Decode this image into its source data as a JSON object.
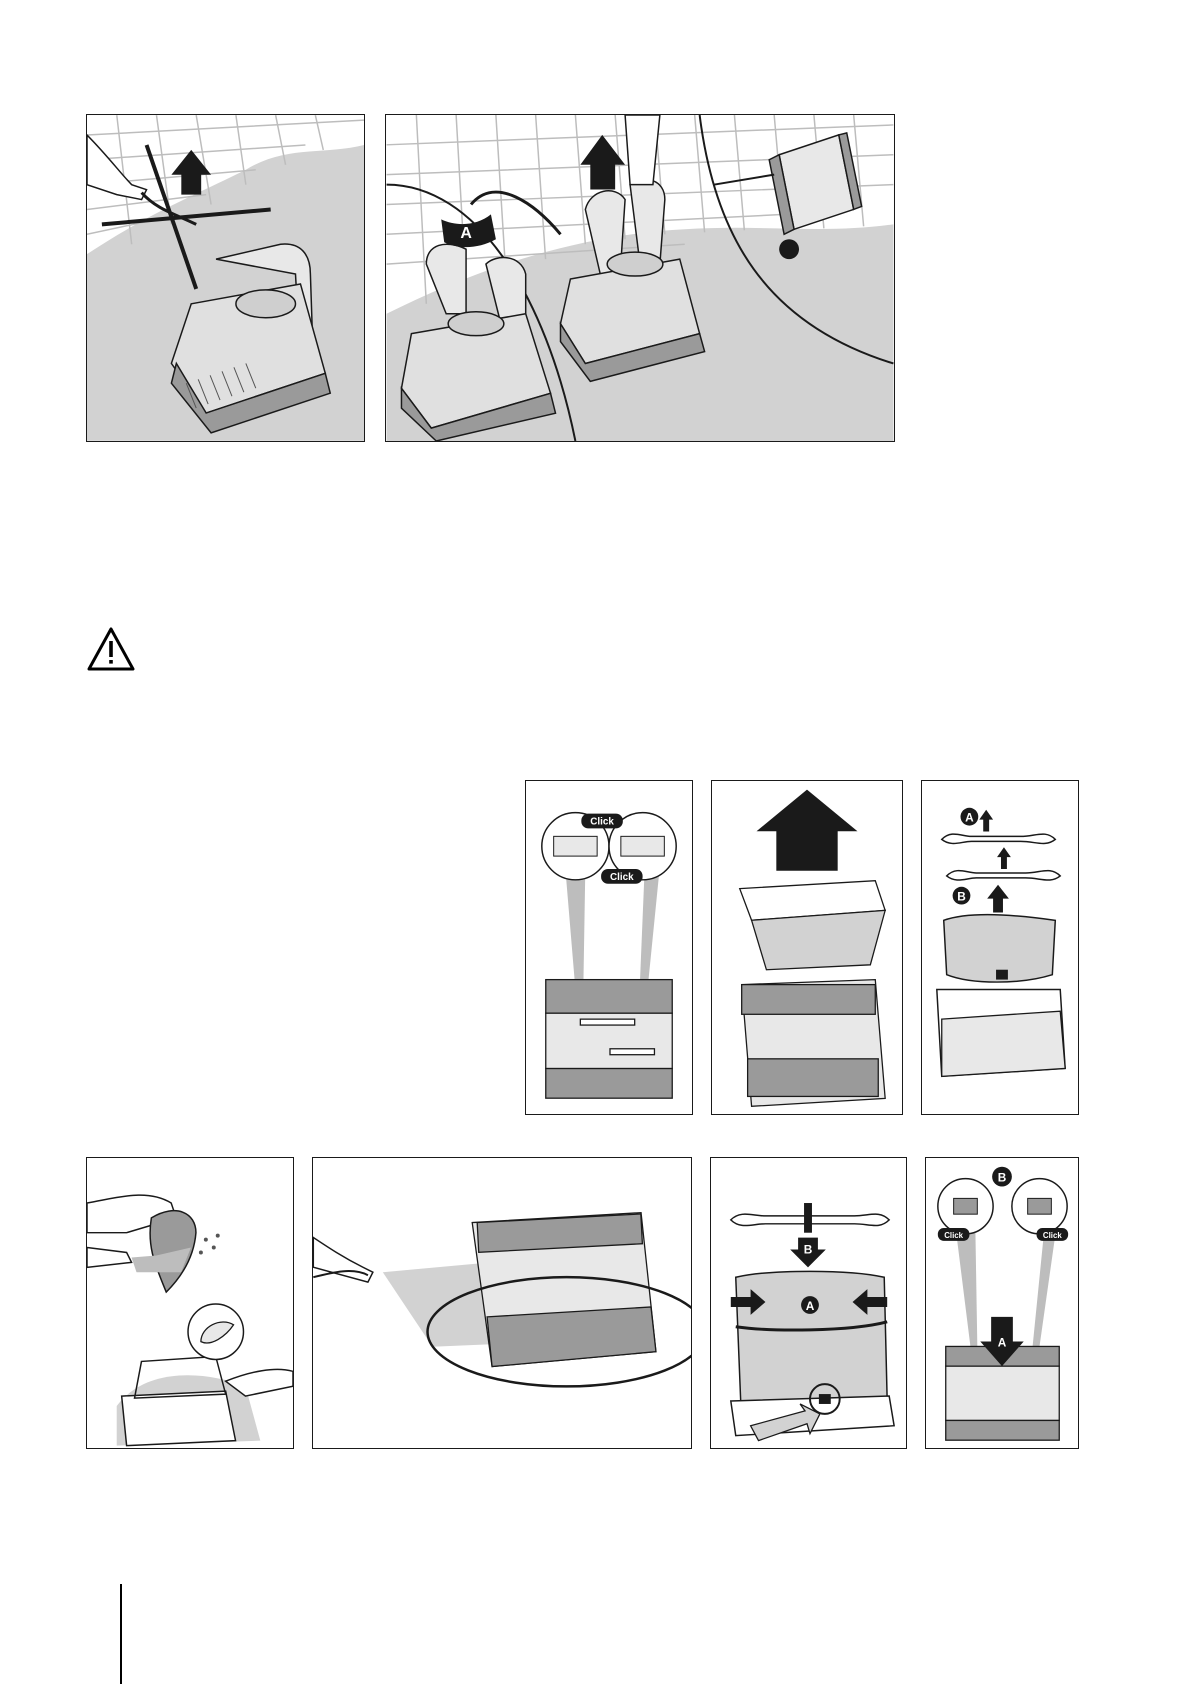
{
  "figure1": {
    "label_a": "A"
  },
  "figure4": {
    "click_left": "Click",
    "click_right": "Click"
  },
  "figure6": {
    "label_a": "A",
    "label_b": "B"
  },
  "figure9": {
    "label_a": "A",
    "label_b": "B"
  },
  "figure10": {
    "label_a": "A",
    "label_b": "B",
    "click_left": "Click",
    "click_right": "Click"
  },
  "colors": {
    "line": "#1a1a1a",
    "fill_gray": "#d2d2d2",
    "fill_light": "#e8e8e8",
    "fill_dark": "#9a9a9a"
  }
}
